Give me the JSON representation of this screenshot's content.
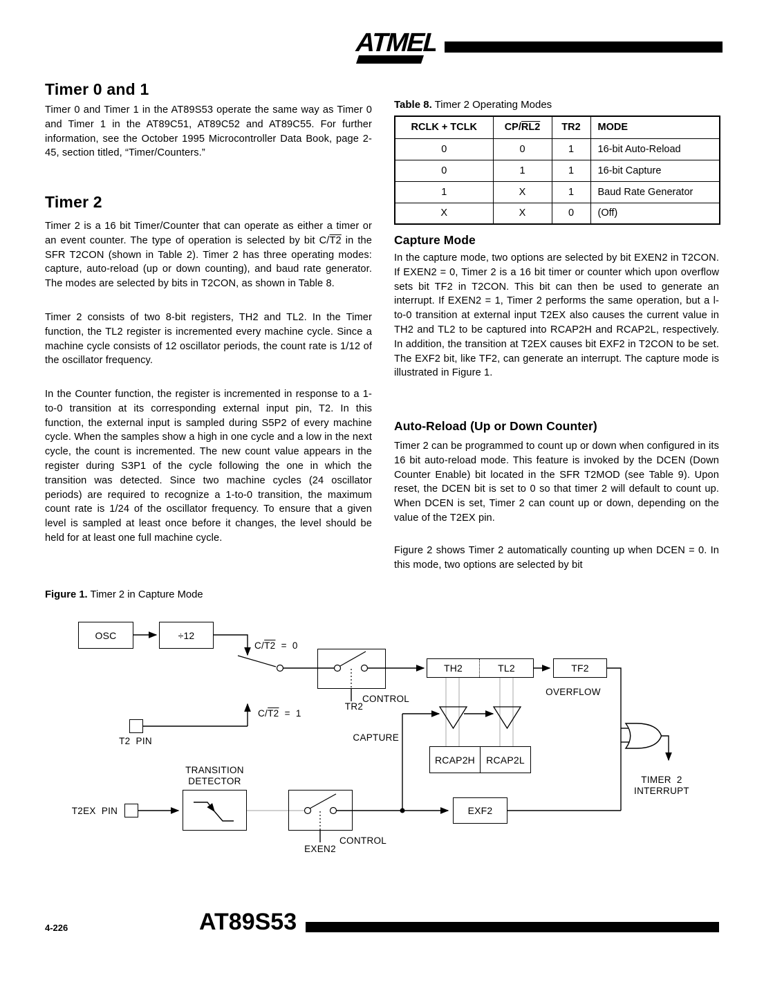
{
  "page": {
    "logo_text": "ATMEL",
    "footer_page": "4-226",
    "footer_part": "AT89S53"
  },
  "sections": {
    "timer01": {
      "title": "Timer 0 and 1",
      "body": "Timer 0 and Timer 1 in the AT89S53 operate the same way as Timer 0 and Timer 1 in the AT89C51, AT89C52 and AT89C55. For further information, see the October 1995 Microcontroller Data Book, page 2-45, section titled, “Timer/Counters.”"
    },
    "timer2": {
      "title": "Timer 2",
      "p1_pre": "Timer 2 is a 16 bit Timer/Counter that can operate as either a timer or an event counter. The type of operation is selected by bit C/",
      "p1_over": "T2",
      "p1_post": " in the SFR T2CON (shown in Table 2). Timer 2 has three operating modes: capture, auto-reload (up or down counting), and baud rate generator. The modes are selected by bits in T2CON, as shown in Table 8.",
      "p2": "Timer 2 consists of two 8-bit registers, TH2 and TL2. In the Timer function, the TL2 register is incremented every machine cycle. Since a machine cycle consists of 12 oscillator periods, the count rate is 1/12 of the oscillator frequency.",
      "p3": "In the Counter function, the register is incremented in response to a 1-to-0 transition at its corresponding external input pin, T2. In this function, the external input is sampled during S5P2 of every machine cycle. When the samples show a high in one cycle and a low in the next cycle, the count is incremented. The new count value appears in the register during S3P1 of the cycle following the one in which the transition was detected. Since two machine cycles (24 oscillator periods) are required to recognize a 1-to-0 transition, the maximum count rate is 1/24 of the oscillator frequency. To ensure that a given level is sampled at least once before it changes, the level should be held for at least one full machine cycle."
    },
    "capture": {
      "title": "Capture Mode",
      "body": "In the capture mode, two options are selected by bit EXEN2 in T2CON. If EXEN2 = 0, Timer 2 is a 16 bit timer or counter which upon overflow sets bit TF2 in T2CON. This bit can then be used to generate an interrupt. If EXEN2 = 1, Timer 2 performs the same operation, but a l-to-0 transition at external input T2EX also causes the current value in TH2 and TL2 to be captured into RCAP2H and RCAP2L, respectively. In addition, the transition at T2EX causes bit EXF2 in T2CON to be set. The EXF2 bit, like TF2, can generate an interrupt. The capture mode is illustrated in Figure 1."
    },
    "autoreload": {
      "title": "Auto-Reload (Up or Down Counter)",
      "p1": "Timer 2 can be programmed to count up or down when configured in its 16 bit auto-reload mode. This feature is invoked by the DCEN (Down Counter Enable) bit located in the SFR T2MOD (see Table 9). Upon reset, the DCEN bit is set to 0 so that timer 2 will default to count up. When DCEN is set, Timer 2 can count up or down, depending on the value of the T2EX pin.",
      "p2": "Figure 2 shows Timer 2 automatically counting up when DCEN = 0. In this mode, two options are selected by bit"
    }
  },
  "table8": {
    "caption_bold": "Table 8.",
    "caption_rest": " Timer 2 Operating Modes",
    "headers": {
      "col1": "RCLK + TCLK",
      "col2_pre": "CP/",
      "col2_over": "RL2",
      "col3": "TR2",
      "col4": "MODE"
    },
    "rows": [
      {
        "c1": "0",
        "c2": "0",
        "c3": "1",
        "c4": "16-bit Auto-Reload"
      },
      {
        "c1": "0",
        "c2": "1",
        "c3": "1",
        "c4": "16-bit Capture"
      },
      {
        "c1": "1",
        "c2": "X",
        "c3": "1",
        "c4": "Baud Rate Generator"
      },
      {
        "c1": "X",
        "c2": "X",
        "c3": "0",
        "c4": "(Off)"
      }
    ]
  },
  "figure1": {
    "caption_bold": "Figure 1.",
    "caption_rest": " Timer 2 in Capture Mode",
    "boxes": {
      "osc": "OSC",
      "div12": "÷12",
      "th2": "TH2",
      "tl2": "TL2",
      "tf2": "TF2",
      "rcap2h": "RCAP2H",
      "rcap2l": "RCAP2L",
      "exf2": "EXF2"
    },
    "labels": {
      "ct2_pre": "C/",
      "ct2_over": "T2",
      "ct2_eq0": "  =  0",
      "ct2_eq1": "  =  1",
      "t2_pin": "T2  PIN",
      "tr2": "TR2",
      "control": "CONTROL",
      "capture": "CAPTURE",
      "overflow": "OVERFLOW",
      "transition_line1": "TRANSITION",
      "transition_line2": "DETECTOR",
      "t2ex_pin": "T2EX  PIN",
      "exen2": "EXEN2",
      "int_line1": "TIMER  2",
      "int_line2": "INTERRUPT"
    }
  }
}
